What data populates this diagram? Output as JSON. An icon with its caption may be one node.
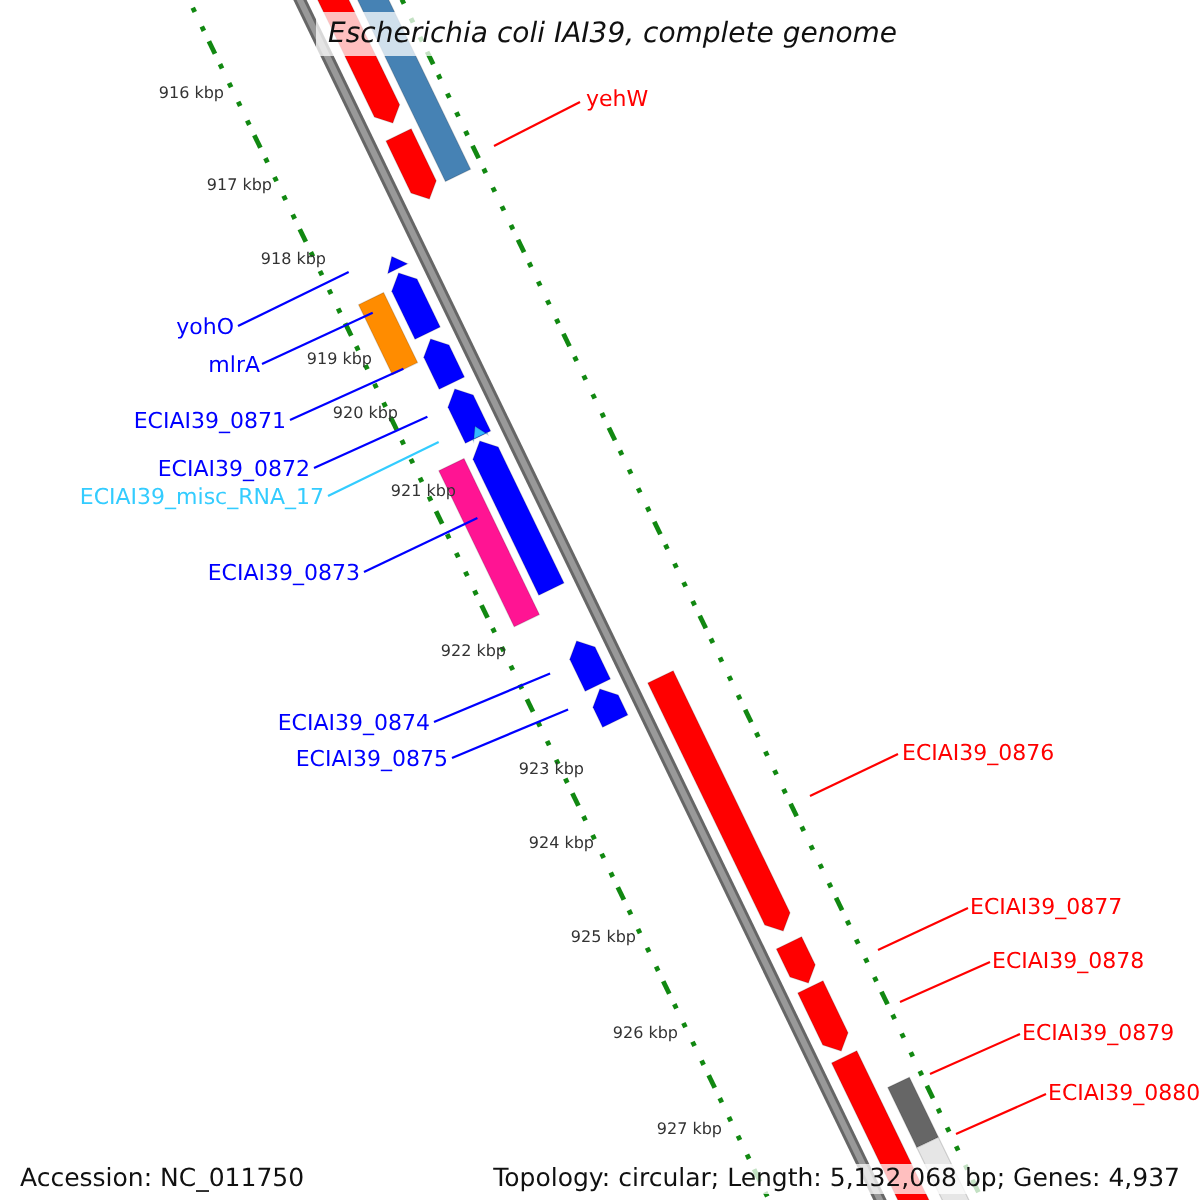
{
  "diagram": {
    "title": "Escherichia coli IAI39, complete genome",
    "nodes": [
      {
        "text": [
          "yehW"
        ]
      },
      {
        "text": [
          "yohO"
        ]
      },
      {
        "text": [
          "mlrA"
        ]
      },
      {
        "text": [
          "ECIAI39_0871"
        ]
      },
      {
        "text": [
          "ECIAI39_0872"
        ]
      },
      {
        "text": [
          "ECIAI39_misc_RNA_17"
        ]
      },
      {
        "text": [
          "ECIAI39_0873"
        ]
      },
      {
        "text": [
          "ECIAI39_0874"
        ]
      },
      {
        "text": [
          "ECIAI39_0875"
        ]
      },
      {
        "text": [
          "ECIAI39_0876"
        ]
      },
      {
        "text": [
          "ECIAI39_0877"
        ]
      },
      {
        "text": [
          "ECIAI39_0878"
        ]
      },
      {
        "text": [
          "ECIAI39_0879"
        ]
      },
      {
        "text": [
          "ECIAI39_0880"
        ]
      }
    ],
    "edges": [
      {
        "from": 0,
        "to": null,
        "arrow": "none",
        "color": "#ff0000"
      },
      {
        "from": 1,
        "to": null,
        "arrow": "none"
      },
      {
        "from": 2,
        "to": null,
        "arrow": "none"
      },
      {
        "from": 3,
        "to": null,
        "arrow": "none"
      },
      {
        "from": 4,
        "to": null,
        "arrow": "none"
      },
      {
        "from": 5,
        "to": null,
        "arrow": "none",
        "color": "#33ccff"
      },
      {
        "from": 6,
        "to": null,
        "arrow": "none"
      },
      {
        "from": 7,
        "to": null,
        "arrow": "none"
      },
      {
        "from": 8,
        "to": null,
        "arrow": "none"
      },
      {
        "from": 9,
        "to": null,
        "arrow": "none",
        "color": "#ff0000"
      },
      {
        "from": 10,
        "to": null,
        "arrow": "none",
        "color": "#ff0000"
      },
      {
        "from": 11,
        "to": null,
        "arrow": "none",
        "color": "#ff0000"
      },
      {
        "from": 12,
        "to": null,
        "arrow": "none",
        "color": "#ff0000"
      },
      {
        "from": 13,
        "to": null,
        "arrow": "none",
        "color": "#ff0000"
      }
    ],
    "labels": [
      "916 kbp",
      "917 kbp",
      "918 kbp",
      "919 kbp",
      "920 kbp",
      "921 kbp",
      "922 kbp",
      "923 kbp",
      "924 kbp",
      "925 kbp",
      "926 kbp",
      "927 kbp",
      "Accession: NC_011750",
      "Topology: circular; Length: 5,132,068 bp; Genes: 4,937"
    ]
  }
}
